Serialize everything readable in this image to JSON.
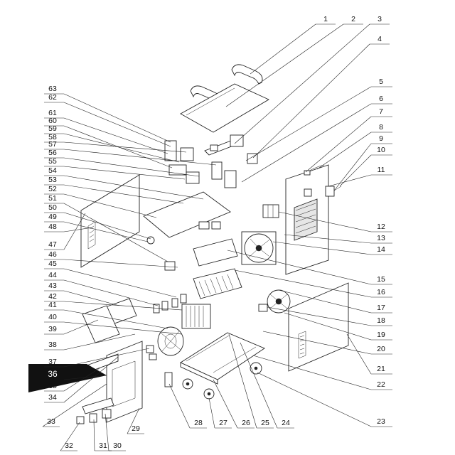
{
  "callouts": {
    "top_row": [
      "1",
      "2",
      "3",
      "4"
    ],
    "right_column": [
      "5",
      "6",
      "7",
      "8",
      "9",
      "10",
      "11",
      "12",
      "13",
      "14",
      "15",
      "16",
      "17",
      "18",
      "19",
      "20",
      "21",
      "22",
      "23"
    ],
    "bottom_row": [
      "24",
      "25",
      "26",
      "27",
      "28",
      "29",
      "30",
      "31",
      "32",
      "33"
    ],
    "left_column": [
      "34",
      "35",
      "36",
      "37",
      "38",
      "39",
      "40",
      "41",
      "42",
      "43",
      "44",
      "45",
      "46",
      "47",
      "48",
      "49",
      "50",
      "51",
      "52",
      "53",
      "54",
      "55",
      "56",
      "57",
      "58",
      "59",
      "60",
      "61",
      "62",
      "63"
    ],
    "highlighted": "36"
  },
  "colors": {
    "line": "#222222",
    "highlight_fill": "#111111",
    "highlight_text": "#ffffff",
    "background": "#ffffff"
  }
}
